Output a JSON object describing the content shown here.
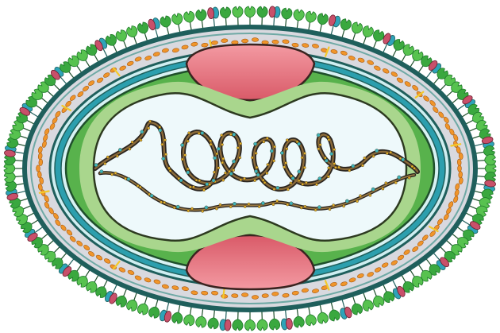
{
  "diagram": {
    "subject": "virion-cross-section",
    "colors": {
      "background": "#ffffff",
      "envelope_outline": "#1f5f5c",
      "envelope_fill": "#d9d9df",
      "glycoprotein_green": "#3aa83f",
      "glycoprotein_green_dark": "#1f7a2a",
      "protein_teal": "#2ea3b8",
      "protein_pink": "#c8506a",
      "orange_protein": "#f0952a",
      "yellow_tether": "#f3c92a",
      "inner_membrane_teal": "#2c9fae",
      "core_wall_green": "#58b24c",
      "core_wall_light": "#a9d68d",
      "lateral_body": "#e8737f",
      "lateral_body_light": "#f6b1b4",
      "core_interior": "#eef9fb",
      "genome_strand": "#3f3a2e",
      "genome_bead_yellow": "#e3b12a",
      "genome_bead_teal": "#3fb3b8"
    },
    "components": [
      "surface-glycoproteins",
      "outer-envelope",
      "outer-protein-layer",
      "inner-membrane",
      "core-wall",
      "lateral-body-top",
      "lateral-body-bottom",
      "core-interior",
      "genome"
    ]
  }
}
